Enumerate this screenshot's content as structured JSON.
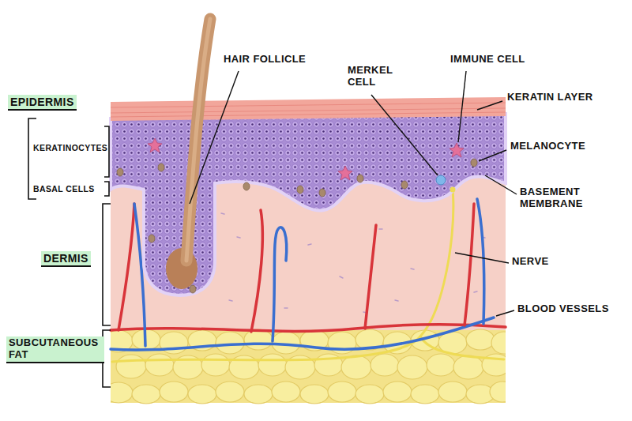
{
  "diagram": {
    "labels": [
      "EPIDERMIS",
      "KERATINOCYTES",
      "BASAL CELLS",
      "DERMIS",
      "SUBCUTANEOUS FAT",
      "HAIR FOLLICLE",
      "MERKEL CELL",
      "IMMUNE CELL",
      "KERATIN LAYER",
      "MELANOCYTE",
      "BASEMENT MEMBRANE",
      "NERVE",
      "BLOOD VESSELS"
    ]
  }
}
